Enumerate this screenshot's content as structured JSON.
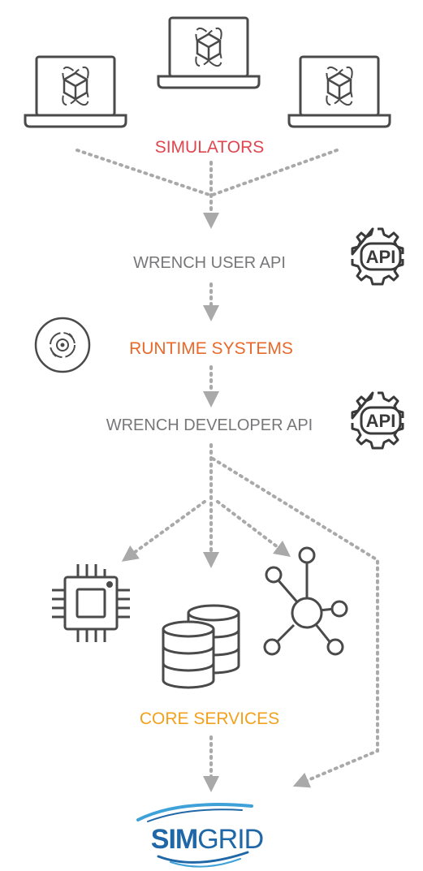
{
  "labels": {
    "simulators": "SIMULATORS",
    "user_api": "WRENCH USER API",
    "runtime_systems": "RUNTIME SYSTEMS",
    "developer_api": "WRENCH DEVELOPER API",
    "core_services": "CORE SERVICES"
  },
  "badges": {
    "api_user": "API",
    "api_developer": "API"
  },
  "logo": {
    "text_part1": "SIM",
    "text_part2": "GRID"
  },
  "colors": {
    "simulators": "#e0464f",
    "api": "#77777a",
    "runtime_systems": "#e8692a",
    "core_services": "#f2a11c",
    "icon_stroke": "#4a4a4a",
    "arrow": "#a9a9a9",
    "simgrid_blue": "#1f67a6",
    "simgrid_light": "#3ea1d8"
  },
  "icons": {
    "simulator": "laptop-cube-icon",
    "api": "api-gear-icon",
    "runtime": "cycle-gear-icon",
    "cpu": "cpu-chip-icon",
    "storage": "database-icon",
    "network": "network-hub-icon"
  }
}
